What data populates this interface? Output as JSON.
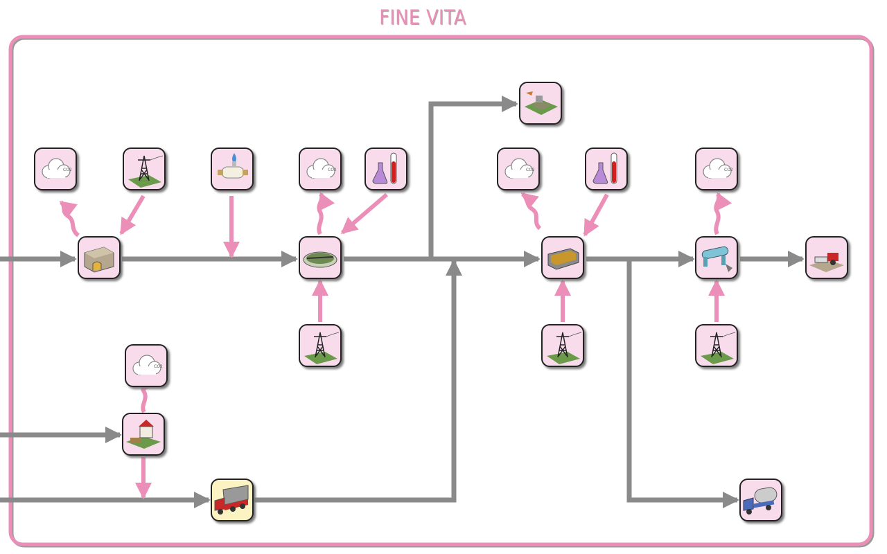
{
  "title": "FINE VITA",
  "colors": {
    "frame": "#ec8fb8",
    "node_fill": "#f8dcec",
    "node_fill_highlight": "#fbf3c2",
    "main_flow": "#8a8a8a",
    "inputs_emissions": "#ec8fb8"
  },
  "nodes": [
    {
      "id": "n1",
      "icon": "cloud-emission-icon",
      "label": "CO2"
    },
    {
      "id": "n2",
      "icon": "electricity-pylon-icon"
    },
    {
      "id": "n3",
      "icon": "water-pipe-icon"
    },
    {
      "id": "n4",
      "icon": "cloud-emission-icon",
      "label": "CO2"
    },
    {
      "id": "n5",
      "icon": "chemicals-flask-icon"
    },
    {
      "id": "n6",
      "icon": "landfill-icon"
    },
    {
      "id": "n7",
      "icon": "cloud-emission-icon",
      "label": "CO2"
    },
    {
      "id": "n8",
      "icon": "chemicals-flask-icon"
    },
    {
      "id": "n9",
      "icon": "cloud-emission-icon",
      "label": "CO2"
    },
    {
      "id": "n10",
      "icon": "pretreatment-building-icon"
    },
    {
      "id": "n11",
      "icon": "clarifier-tank-icon"
    },
    {
      "id": "n12",
      "icon": "sludge-digester-icon"
    },
    {
      "id": "n13",
      "icon": "sludge-dewatering-machine-icon"
    },
    {
      "id": "n14",
      "icon": "tractor-spreading-icon"
    },
    {
      "id": "n15",
      "icon": "electricity-pylon-icon"
    },
    {
      "id": "n16",
      "icon": "electricity-pylon-icon"
    },
    {
      "id": "n17",
      "icon": "electricity-pylon-icon"
    },
    {
      "id": "n18",
      "icon": "cloud-emission-icon",
      "label": "CO2"
    },
    {
      "id": "n19",
      "icon": "septic-house-icon"
    },
    {
      "id": "n20",
      "icon": "dump-truck-icon"
    },
    {
      "id": "n21",
      "icon": "tanker-truck-icon"
    }
  ]
}
